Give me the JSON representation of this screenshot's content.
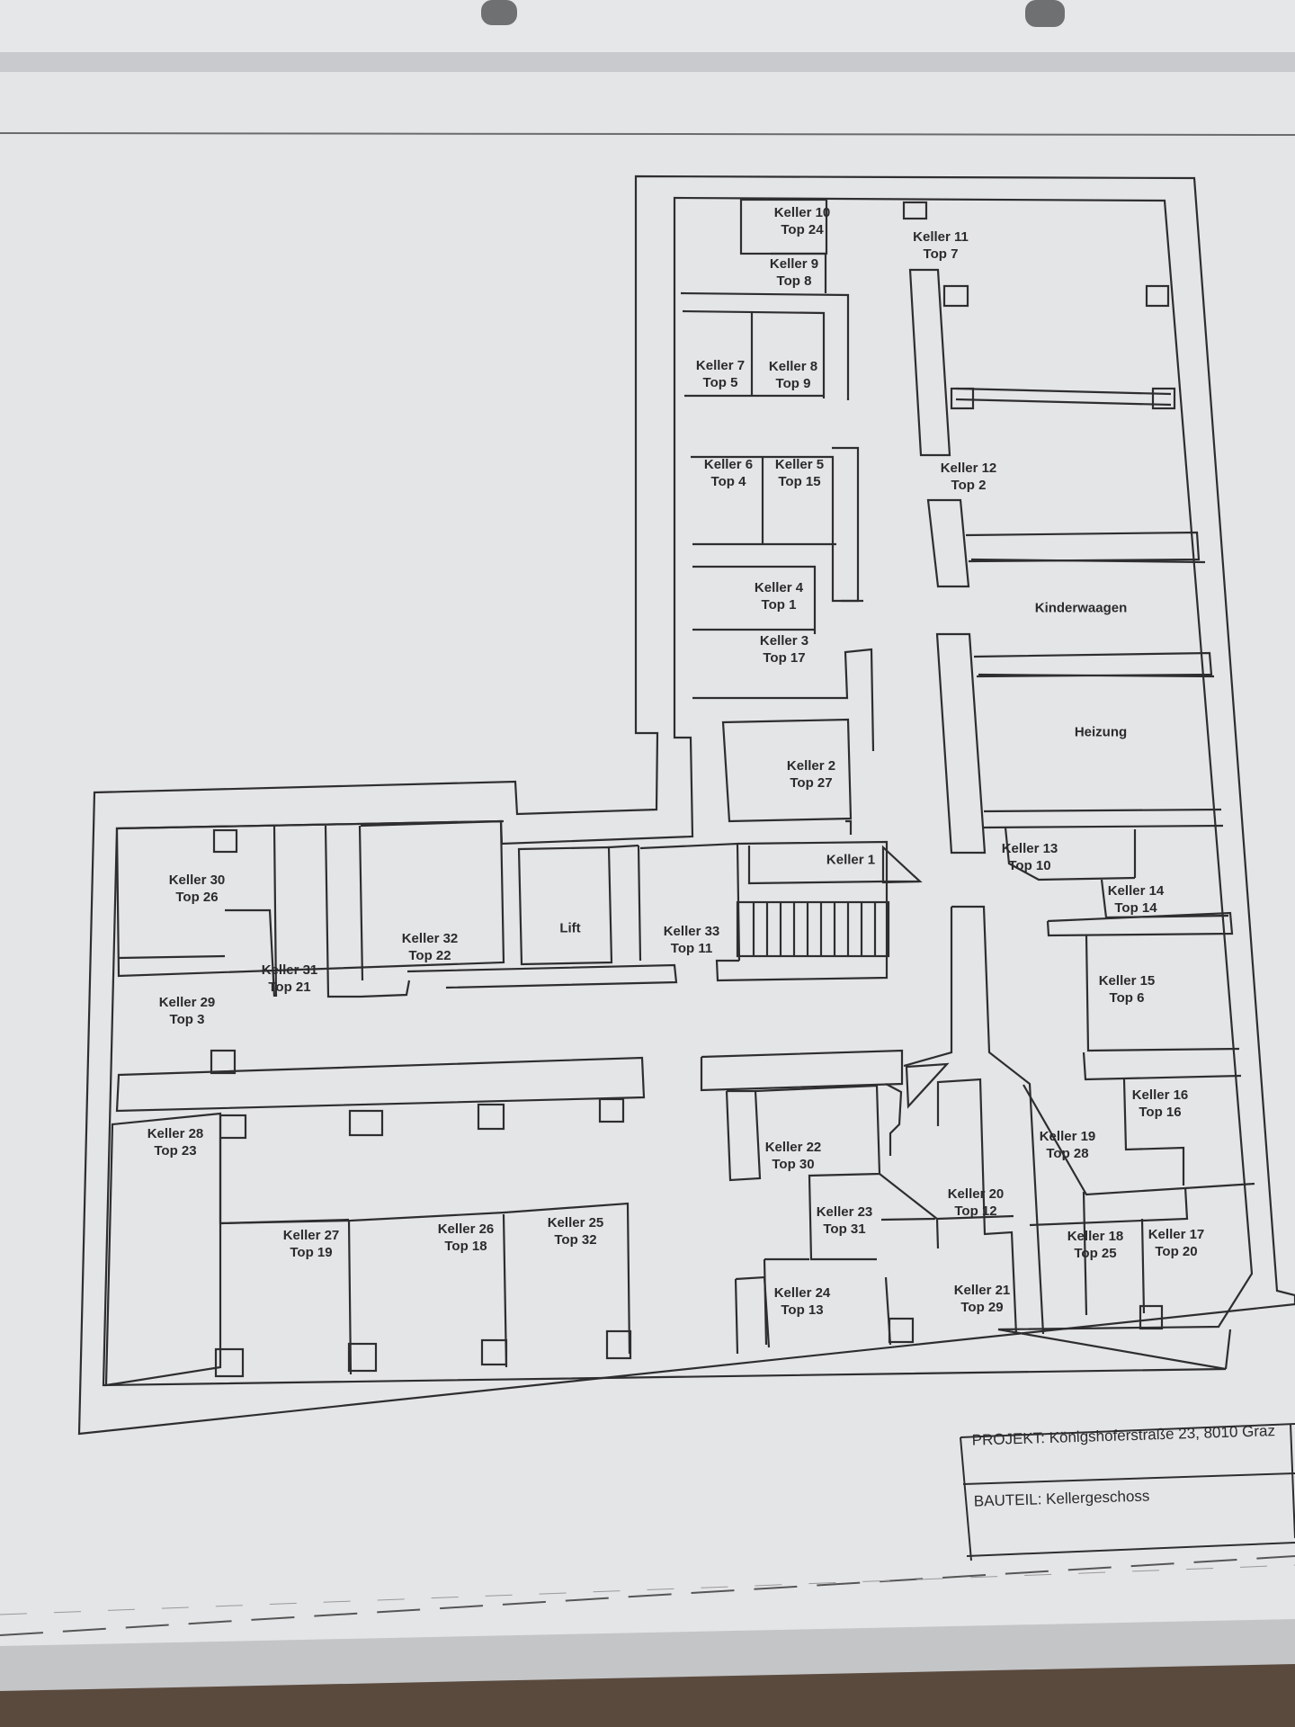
{
  "rooms": [
    {
      "id": "k10",
      "l1": "Keller 10",
      "l2": "Top 24"
    },
    {
      "id": "k9",
      "l1": "Keller 9",
      "l2": "Top 8"
    },
    {
      "id": "k11",
      "l1": "Keller 11",
      "l2": "Top 7"
    },
    {
      "id": "k7",
      "l1": "Keller 7",
      "l2": "Top 5"
    },
    {
      "id": "k8",
      "l1": "Keller 8",
      "l2": "Top 9"
    },
    {
      "id": "k6",
      "l1": "Keller 6",
      "l2": "Top 4"
    },
    {
      "id": "k5",
      "l1": "Keller 5",
      "l2": "Top 15"
    },
    {
      "id": "k12",
      "l1": "Keller 12",
      "l2": "Top 2"
    },
    {
      "id": "k4",
      "l1": "Keller 4",
      "l2": "Top 1"
    },
    {
      "id": "k3",
      "l1": "Keller 3",
      "l2": "Top 17"
    },
    {
      "id": "k2",
      "l1": "Keller 2",
      "l2": "Top 27"
    },
    {
      "id": "k1",
      "l1": "Keller 1",
      "l2": ""
    },
    {
      "id": "k13",
      "l1": "Keller 13",
      "l2": "Top 10"
    },
    {
      "id": "k14",
      "l1": "Keller 14",
      "l2": "Top 14"
    },
    {
      "id": "k30",
      "l1": "Keller 30",
      "l2": "Top 26"
    },
    {
      "id": "k32",
      "l1": "Keller 32",
      "l2": "Top 22"
    },
    {
      "id": "k33",
      "l1": "Keller 33",
      "l2": "Top 11"
    },
    {
      "id": "k31",
      "l1": "Keller 31",
      "l2": "Top 21"
    },
    {
      "id": "k29",
      "l1": "Keller 29",
      "l2": "Top 3"
    },
    {
      "id": "k15",
      "l1": "Keller 15",
      "l2": "Top 6"
    },
    {
      "id": "k16",
      "l1": "Keller 16",
      "l2": "Top 16"
    },
    {
      "id": "k28",
      "l1": "Keller 28",
      "l2": "Top 23"
    },
    {
      "id": "k22",
      "l1": "Keller 22",
      "l2": "Top 30"
    },
    {
      "id": "k19",
      "l1": "Keller 19",
      "l2": "Top 28"
    },
    {
      "id": "k20",
      "l1": "Keller 20",
      "l2": "Top 12"
    },
    {
      "id": "k23",
      "l1": "Keller 23",
      "l2": "Top 31"
    },
    {
      "id": "k27",
      "l1": "Keller 27",
      "l2": "Top 19"
    },
    {
      "id": "k26",
      "l1": "Keller 26",
      "l2": "Top 18"
    },
    {
      "id": "k25",
      "l1": "Keller 25",
      "l2": "Top 32"
    },
    {
      "id": "k18",
      "l1": "Keller 18",
      "l2": "Top 25"
    },
    {
      "id": "k17",
      "l1": "Keller 17",
      "l2": "Top 20"
    },
    {
      "id": "k24",
      "l1": "Keller 24",
      "l2": "Top 13"
    },
    {
      "id": "k21",
      "l1": "Keller 21",
      "l2": "Top 29"
    }
  ],
  "areas": {
    "kinderwagen": "Kinderwaagen",
    "heizung": "Heizung",
    "lift": "Lift"
  },
  "title_block": {
    "projekt": "PROJEKT: Königshoferstraße 23, 8010 Graz",
    "bauteil": "BAUTEIL: Kellergeschoss"
  }
}
